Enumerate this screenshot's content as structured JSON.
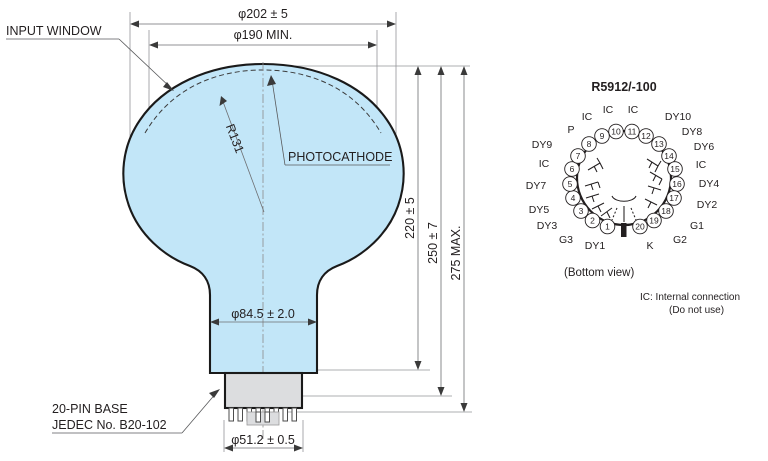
{
  "drawing": {
    "labels": {
      "input_window": "INPUT WINDOW",
      "photocathode": "PHOTOCATHODE",
      "radius": "R131",
      "base_line1": "20-PIN BASE",
      "base_line2": "JEDEC No. B20-102"
    },
    "dimensions": {
      "outer_diameter": "φ202 ± 5",
      "window_min": "φ190 MIN.",
      "neck_diameter": "φ84.5 ± 2.0",
      "base_diameter": "φ51.2 ± 0.5",
      "height_photocathode": "220 ± 5",
      "height_overall": "250 ± 7",
      "height_max": "275 MAX."
    }
  },
  "pinout": {
    "title": "R5912/-100",
    "view_caption": "(Bottom view)",
    "note_line1": "IC: Internal connection",
    "note_line2": "(Do not use)",
    "pins": [
      {
        "num": "1",
        "label": "DY1"
      },
      {
        "num": "2",
        "label": "G3"
      },
      {
        "num": "3",
        "label": "DY3"
      },
      {
        "num": "4",
        "label": "DY5"
      },
      {
        "num": "5",
        "label": "DY7"
      },
      {
        "num": "6",
        "label": "IC"
      },
      {
        "num": "7",
        "label": "DY9"
      },
      {
        "num": "8",
        "label": "P"
      },
      {
        "num": "9",
        "label": "IC"
      },
      {
        "num": "10",
        "label": "IC"
      },
      {
        "num": "11",
        "label": "IC"
      },
      {
        "num": "12",
        "label": "DY10"
      },
      {
        "num": "13",
        "label": "DY8"
      },
      {
        "num": "14",
        "label": "DY6"
      },
      {
        "num": "15",
        "label": "IC"
      },
      {
        "num": "16",
        "label": "DY4"
      },
      {
        "num": "17",
        "label": "DY2"
      },
      {
        "num": "18",
        "label": "G1"
      },
      {
        "num": "19",
        "label": "G2"
      },
      {
        "num": "20",
        "label": "K"
      }
    ]
  },
  "colors": {
    "glass": "#c2e6f8",
    "outline": "#1a1a1a",
    "base": "#dcdddf",
    "text": "#231f20",
    "dimension_line": "#6d6e71"
  }
}
